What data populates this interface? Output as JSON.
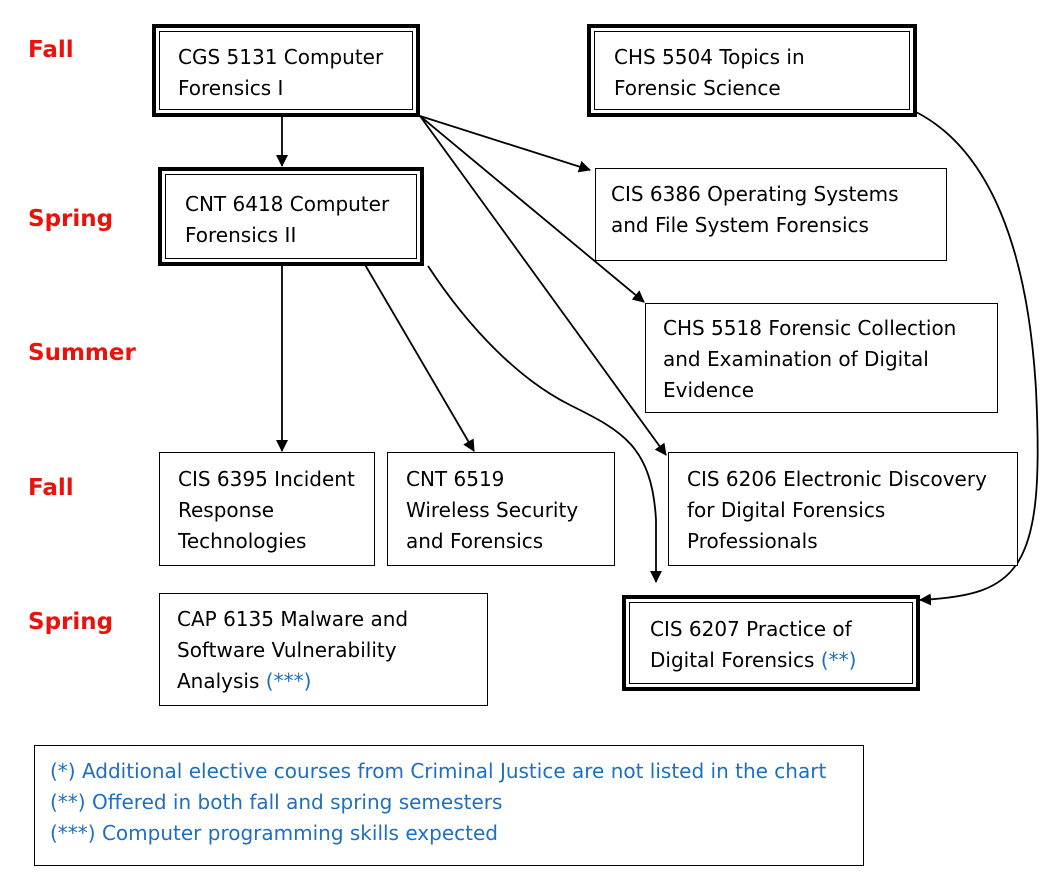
{
  "semesters": {
    "fall_1": "Fall",
    "spring_1": "Spring",
    "summer": "Summer",
    "fall_2": "Fall",
    "spring_2": "Spring"
  },
  "courses": {
    "cgs5131": {
      "line1": "CGS  5131 Computer",
      "line2": "Forensics I"
    },
    "chs5504": {
      "line1": "CHS 5504 Topics in",
      "line2": "Forensic Science"
    },
    "cnt6418": {
      "line1": "CNT 6418 Computer",
      "line2": "Forensics II"
    },
    "cis6386": {
      "line1": "CIS 6386 Operating Systems",
      "line2": "and File System Forensics"
    },
    "chs5518": {
      "line1": "CHS 5518 Forensic Collection",
      "line2": "and Examination of Digital",
      "line3": "Evidence"
    },
    "cis6395": {
      "line1": "CIS 6395 Incident",
      "line2": "Response",
      "line3": "Technologies"
    },
    "cnt6519": {
      "line1": "CNT 6519",
      "line2": "Wireless Security",
      "line3": "and Forensics"
    },
    "cis6206": {
      "line1": "CIS 6206 Electronic Discovery",
      "line2": "for Digital Forensics",
      "line3": "Professionals"
    },
    "cap6135": {
      "line1": "CAP 6135 Malware and",
      "line2": "Software Vulnerability",
      "line3": "Analysis",
      "marker": "(***)"
    },
    "cis6207": {
      "line1": "CIS 6207 Practice of",
      "line2": "Digital Forensics",
      "marker": "(**)"
    }
  },
  "notes": [
    "(*) Additional elective courses from Criminal Justice are not listed in the chart",
    "(**) Offered in both fall and spring semesters",
    "(***) Computer programming skills expected"
  ],
  "colors": {
    "semester_label": "#e8140c",
    "note_text": "#1f6fc0",
    "box_border": "#000000"
  }
}
